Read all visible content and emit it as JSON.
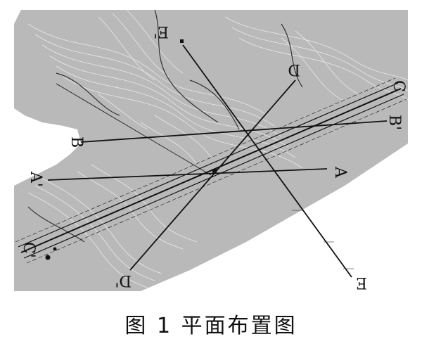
{
  "caption": "图 1   平面布置图",
  "section_labels": {
    "A": "A",
    "A_prime": "A'",
    "B": "B",
    "B_prime": "B'",
    "C": "C",
    "C_prime": "C'",
    "D": "D",
    "D_prime": "D'",
    "E": "E",
    "E_prime": "E'"
  },
  "colors": {
    "terrain": "#b9b9b9",
    "terrain_dark": "#9a9a9a",
    "line": "#111111"
  }
}
